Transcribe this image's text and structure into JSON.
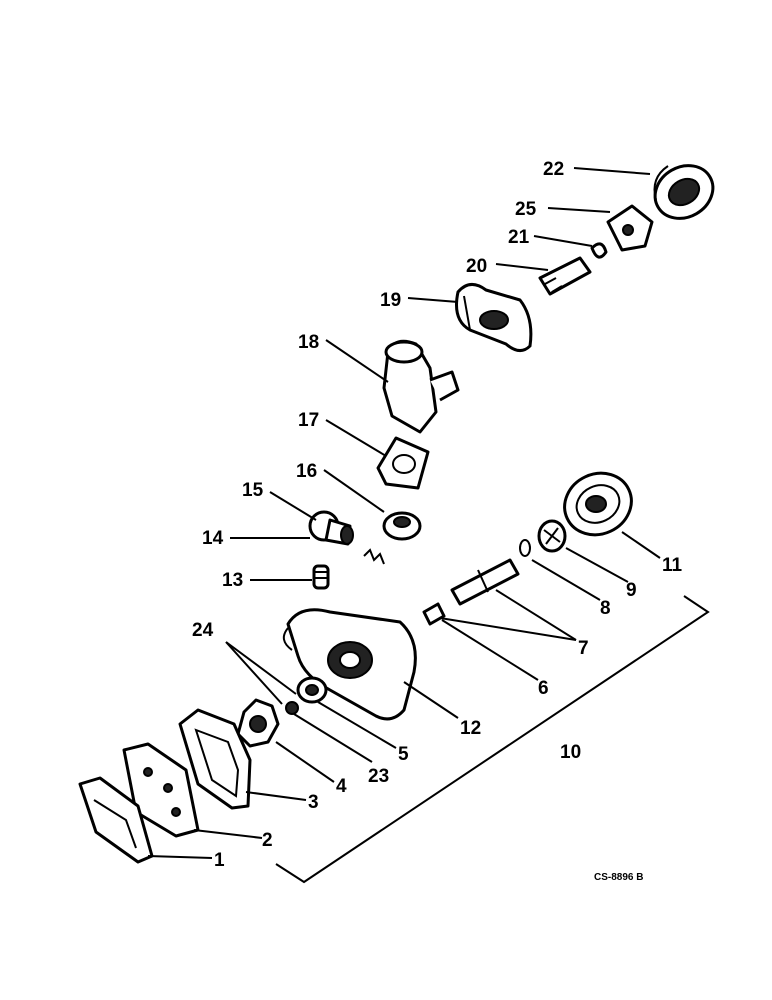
{
  "diagram": {
    "drawing_code": "CS-8896 B",
    "callouts": [
      {
        "id": "c1",
        "label": "1"
      },
      {
        "id": "c2",
        "label": "2"
      },
      {
        "id": "c3",
        "label": "3"
      },
      {
        "id": "c4",
        "label": "4"
      },
      {
        "id": "c5",
        "label": "5"
      },
      {
        "id": "c6",
        "label": "6"
      },
      {
        "id": "c7",
        "label": "7"
      },
      {
        "id": "c8",
        "label": "8"
      },
      {
        "id": "c9",
        "label": "9"
      },
      {
        "id": "c10",
        "label": "10"
      },
      {
        "id": "c11",
        "label": "11"
      },
      {
        "id": "c12",
        "label": "12"
      },
      {
        "id": "c13",
        "label": "13"
      },
      {
        "id": "c14",
        "label": "14"
      },
      {
        "id": "c15",
        "label": "15"
      },
      {
        "id": "c16",
        "label": "16"
      },
      {
        "id": "c17",
        "label": "17"
      },
      {
        "id": "c18",
        "label": "18"
      },
      {
        "id": "c19",
        "label": "19"
      },
      {
        "id": "c20",
        "label": "20"
      },
      {
        "id": "c21",
        "label": "21"
      },
      {
        "id": "c22",
        "label": "22"
      },
      {
        "id": "c23",
        "label": "23"
      },
      {
        "id": "c24",
        "label": "24"
      },
      {
        "id": "c25",
        "label": "25"
      }
    ]
  }
}
